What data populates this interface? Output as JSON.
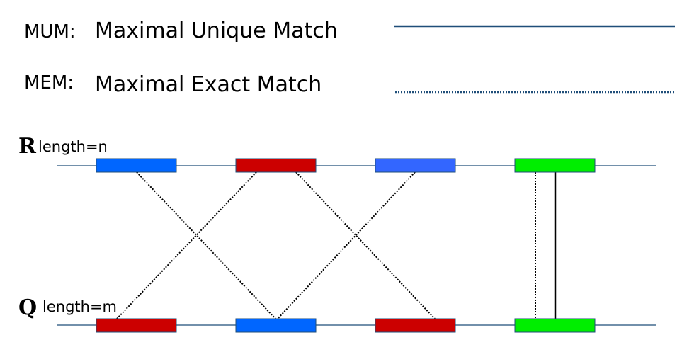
{
  "legend": {
    "mum": {
      "abbr": "MUM:",
      "label": "Maximal Unique Match",
      "line_style": "solid"
    },
    "mem": {
      "abbr": "MEM:",
      "label": "Maximal Exact Match",
      "line_style": "dotted"
    }
  },
  "sequences": {
    "reference": {
      "letter": "R",
      "length_label": "length=n"
    },
    "query": {
      "letter": "Q",
      "length_label": "length=m"
    }
  },
  "colors": {
    "line": "#1f4e79",
    "blue": "#0066ff",
    "blue_light": "#3366ff",
    "red": "#cc0000",
    "green": "#00ee00"
  },
  "segments": {
    "reference": [
      "blue",
      "red",
      "blue_light",
      "green"
    ],
    "query": [
      "red",
      "blue",
      "red",
      "green"
    ]
  },
  "matches": [
    {
      "from": "reference-1",
      "to": "query-2",
      "type": "MEM"
    },
    {
      "from": "reference-2",
      "to": "query-1",
      "type": "MEM"
    },
    {
      "from": "reference-2",
      "to": "query-3",
      "type": "MEM"
    },
    {
      "from": "reference-3",
      "to": "query-2",
      "type": "MEM"
    },
    {
      "from": "reference-4",
      "to": "query-4",
      "type": "MEM"
    },
    {
      "from": "reference-4",
      "to": "query-4",
      "type": "MUM"
    }
  ]
}
